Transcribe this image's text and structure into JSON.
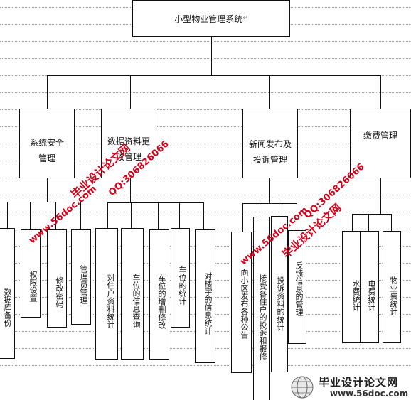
{
  "root": {
    "label": "小型物业管理系统"
  },
  "modules": [
    {
      "label": "系统安全管理"
    },
    {
      "label": "数据资料更改管理"
    },
    {
      "label": "新闻发布及投诉管理"
    },
    {
      "label": "缴费管理"
    }
  ],
  "leaves": [
    {
      "label": "数据库备份"
    },
    {
      "label": "权限设置"
    },
    {
      "label": "修改密码"
    },
    {
      "label": "管理员管理"
    },
    {
      "label": "对住户资料统计"
    },
    {
      "label": "车位的信息查询"
    },
    {
      "label": "车位的增删修改"
    },
    {
      "label": "车位的统计"
    },
    {
      "label": "对楼宇的信息统计"
    },
    {
      "label": "向小区发布各种公告"
    },
    {
      "label": "接受各住户的投诉和报修"
    },
    {
      "label": "投诉资料的统计"
    },
    {
      "label": "反馈信息的管理"
    },
    {
      "label": "水费统计"
    },
    {
      "label": "电费统计"
    },
    {
      "label": "物业费统计"
    }
  ],
  "watermarks": [
    {
      "text": "毕业设计论文网"
    },
    {
      "text": "www.56doc.com"
    },
    {
      "text": "QQ:306826066"
    }
  ],
  "logo": {
    "text": "毕业设计论文网",
    "url": "www.56doc.com"
  }
}
